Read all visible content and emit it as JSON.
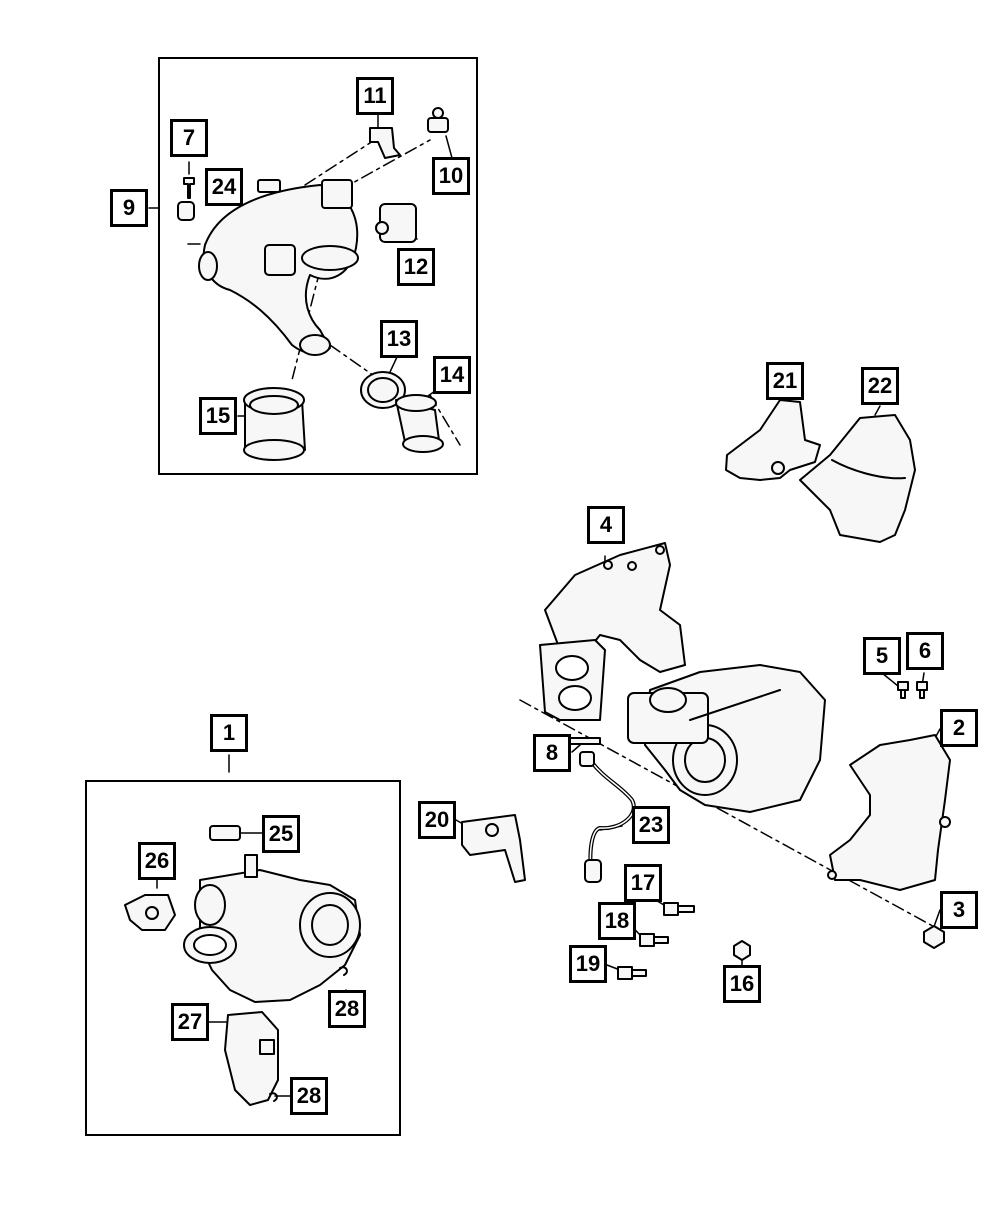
{
  "callouts": {
    "c1": "1",
    "c2": "2",
    "c3": "3",
    "c4": "4",
    "c5": "5",
    "c6": "6",
    "c7": "7",
    "c8": "8",
    "c9": "9",
    "c10": "10",
    "c11": "11",
    "c12": "12",
    "c13": "13",
    "c14": "14",
    "c15": "15",
    "c16": "16",
    "c17": "17",
    "c18": "18",
    "c19": "19",
    "c20": "20",
    "c21": "21",
    "c22": "22",
    "c23": "23",
    "c24": "24",
    "c25": "25",
    "c26": "26",
    "c27": "27",
    "c28a": "28",
    "c28b": "28"
  },
  "colors": {
    "line": "#000000",
    "background": "#ffffff",
    "fill": "#f7f7f7"
  }
}
